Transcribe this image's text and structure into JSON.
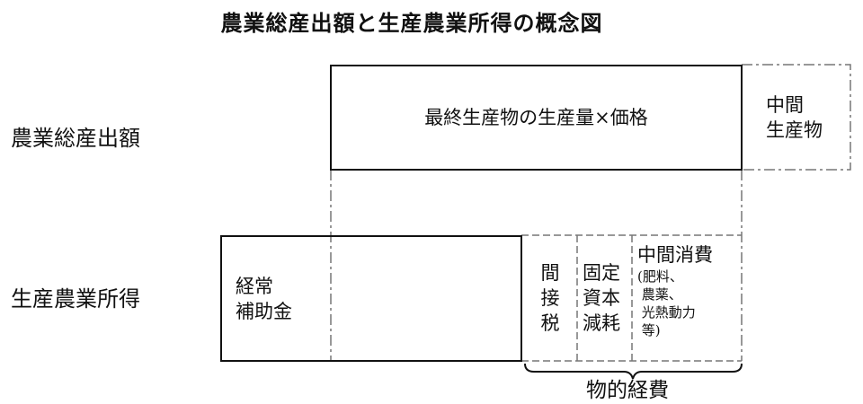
{
  "title": "農業総産出額と生産農業所得の概念図",
  "rows": {
    "top_label": "農業総産出額",
    "bottom_label": "生産農業所得"
  },
  "top_row": {
    "main_box": "最終生産物の生産量×価格",
    "intermediate_line1": "中間",
    "intermediate_line2": "生産物"
  },
  "bottom_row": {
    "subsidy_line1": "経常",
    "subsidy_line2": "補助金",
    "indirect_tax": [
      "間",
      "接",
      "税"
    ],
    "depreciation": [
      "固定",
      "資本",
      "減耗"
    ],
    "intermediate_consumption_title": "中間消費",
    "intermediate_consumption_details": [
      "(肥料、",
      " 農薬、",
      " 光熱動力",
      " 等)"
    ]
  },
  "brace_label": "物的経費",
  "colors": {
    "solid_line": "#111111",
    "dashed_line": "#777777"
  }
}
